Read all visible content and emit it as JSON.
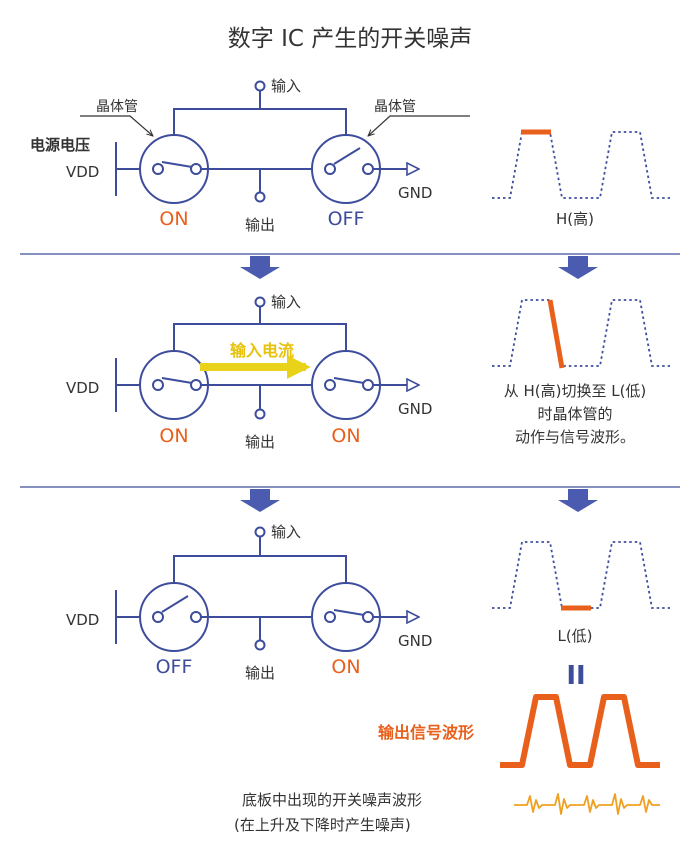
{
  "title": "数字 IC 产生的开关噪声",
  "labels": {
    "input": "输入",
    "output": "输出",
    "vdd": "VDD",
    "gnd": "GND",
    "supply_voltage": "电源电压",
    "transistor": "晶体管",
    "input_current": "输入电流",
    "on": "ON",
    "off": "OFF"
  },
  "stages": [
    {
      "left_state": "ON",
      "right_state": "OFF",
      "wave_caption": "H(高)"
    },
    {
      "left_state": "ON",
      "right_state": "ON",
      "wave_caption_lines": [
        "从 H(高)切换至 L(低)",
        "时晶体管的",
        "动作与信号波形。"
      ]
    },
    {
      "left_state": "OFF",
      "right_state": "ON",
      "wave_caption": "L(低)"
    }
  ],
  "equals_sign": "II",
  "output_signal_label": "输出信号波形",
  "noise_caption_lines": [
    "底板中出现的开关噪声波形",
    "(在上升及下降时产生噪声)"
  ],
  "colors": {
    "navy": "#3d4d9c",
    "orange": "#e8601c",
    "yellow": "#e8d21a",
    "noise": "#f0a020"
  }
}
